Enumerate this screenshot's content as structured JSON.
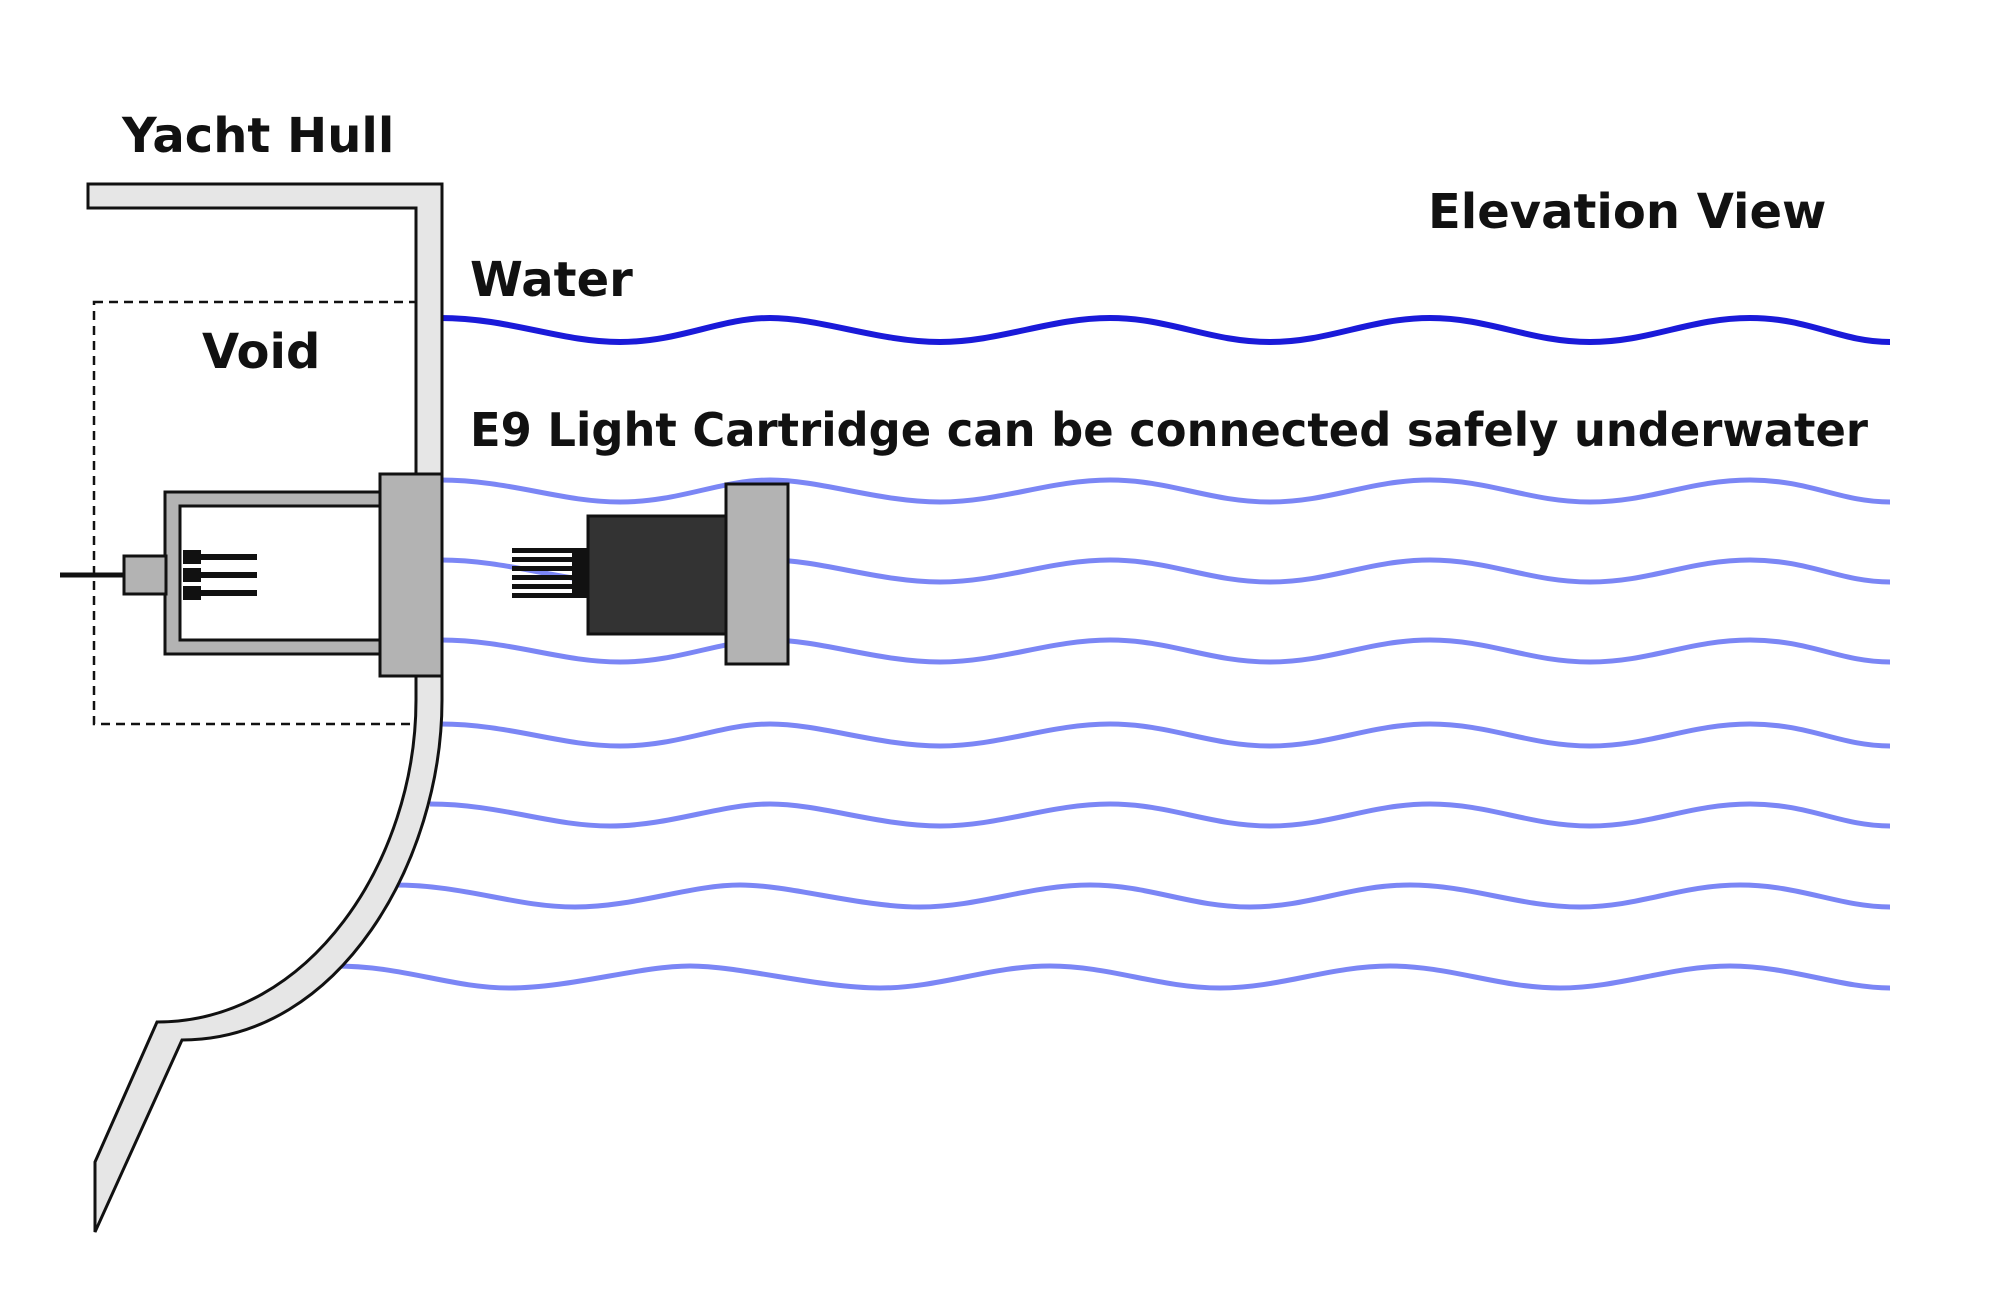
{
  "labels": {
    "yacht_hull": "Yacht Hull",
    "elevation_view": "Elevation View",
    "water": "Water",
    "void": "Void",
    "cartridge_note": "E9 Light Cartridge can be connected safely underwater"
  },
  "colors": {
    "surface_wave": "#1a1ad9",
    "water_wave": "#7b86f5",
    "hull_fill": "#e6e6e6",
    "housing_fill": "#b3b3b3",
    "cartridge_body": "#333333",
    "outline": "#111111"
  }
}
